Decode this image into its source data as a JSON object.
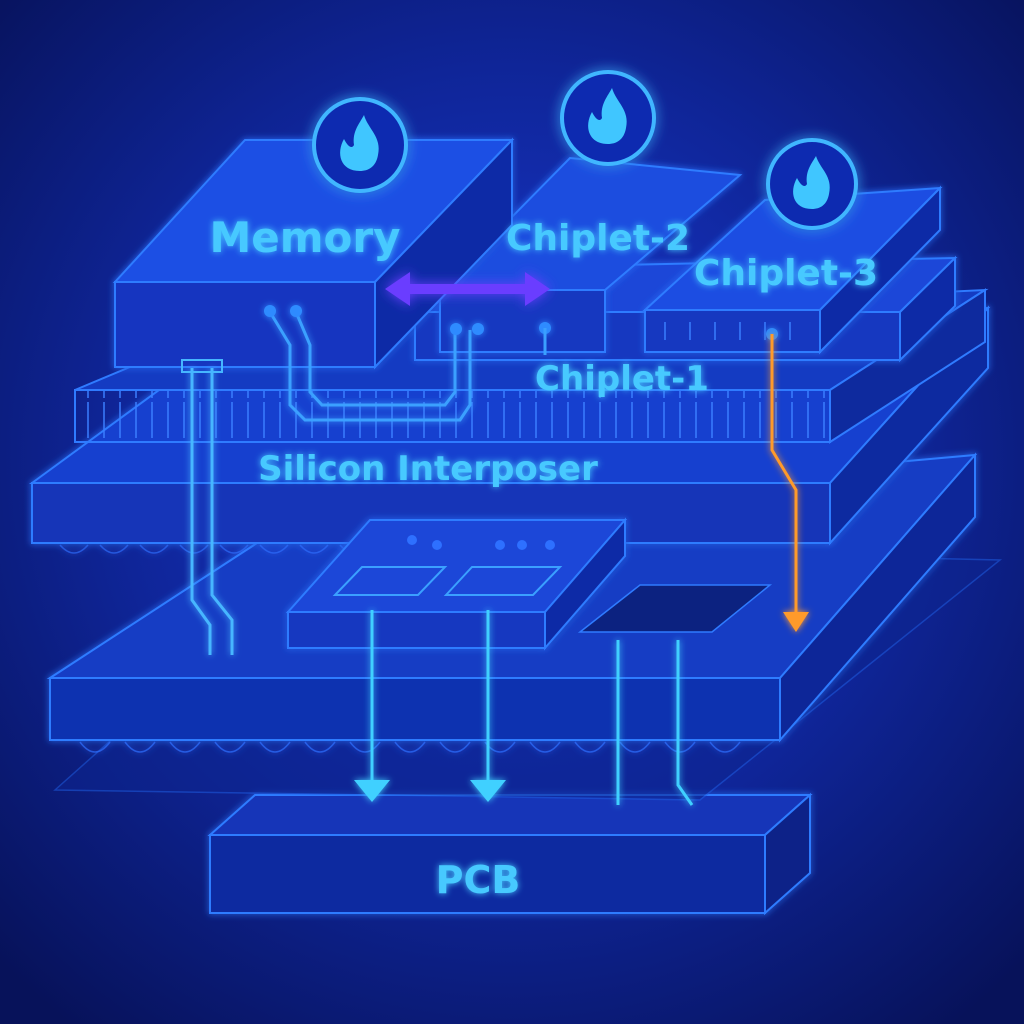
{
  "diagram": {
    "components": {
      "memory": "Memory",
      "chiplet_1": "Chiplet-1",
      "chiplet_2": "Chiplet-2",
      "chiplet_3": "Chiplet-3",
      "interposer": "Silicon Interposer",
      "pcb": "PCB"
    },
    "icons": {
      "heat_memory": "flame-icon",
      "heat_chiplet_2": "flame-icon",
      "heat_chiplet_3": "flame-icon"
    },
    "colors": {
      "background": "#0a1a6b",
      "line": "#2f7bff",
      "label": "#47c9ff",
      "interconnect_arrow": "#6a3cff",
      "orange_path": "#ff9a2a"
    }
  }
}
